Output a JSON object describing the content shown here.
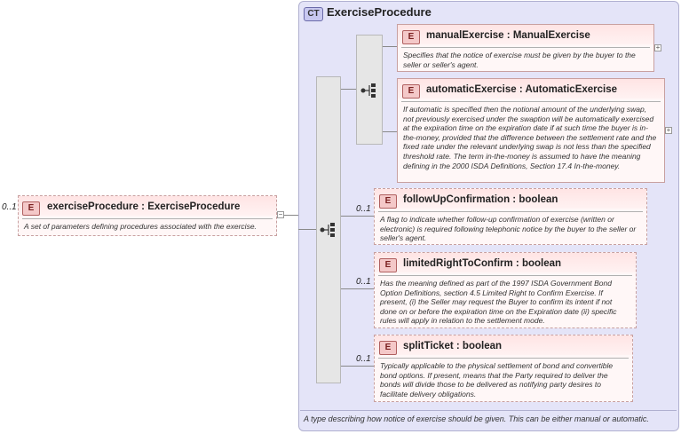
{
  "complex_type": {
    "badge": "CT",
    "name": "ExerciseProcedure",
    "description": "A type describing how notice of exercise should be given. This can be either manual or automatic."
  },
  "root_element": {
    "badge": "E",
    "cardinality": "0..1",
    "name": "exerciseProcedure",
    "type": "ExerciseProcedure",
    "description": "A set of parameters defining procedures associated with the exercise.",
    "expander": "−"
  },
  "elements": [
    {
      "badge": "E",
      "name": "manualExercise",
      "type": "ManualExercise",
      "cardinality": "",
      "expander": "+",
      "description": "Specifies that the notice of exercise must be given by the buyer to the seller or seller's agent."
    },
    {
      "badge": "E",
      "name": "automaticExercise",
      "type": "AutomaticExercise",
      "cardinality": "",
      "expander": "+",
      "description": "If automatic is specified then the notional amount of the underlying swap, not previously exercised under the swaption will be automatically exercised at the expiration time on the expiration date if at such time the buyer is in-the-money, provided that the difference between the settlement rate and the fixed rate under the relevant underlying swap is not less than the specified threshold rate. The term in-the-money is assumed to have the meaning defining in the 2000 ISDA Definitions, Section 17.4 In-the-money."
    },
    {
      "badge": "E",
      "name": "followUpConfirmation",
      "type": "boolean",
      "cardinality": "0..1",
      "description": "A flag to indicate whether follow-up confirmation of exercise (written or electronic) is required following telephonic notice by the buyer to the seller or seller's agent."
    },
    {
      "badge": "E",
      "name": "limitedRightToConfirm",
      "type": "boolean",
      "cardinality": "0..1",
      "description": "Has the meaning defined as part of the 1997 ISDA Government Bond Option Definitions, section 4.5 Limited Right to Confirm Exercise. If present, (i) the Seller may request the Buyer to confirm its intent if not done on or before the expiration time on the Expiration date (ii) specific rules will apply in relation to the settlement mode."
    },
    {
      "badge": "E",
      "name": "splitTicket",
      "type": "boolean",
      "cardinality": "0..1",
      "description": "Typically applicable to the physical settlement of bond and convertible bond options. If present, means that the Party required to deliver the bonds will divide those to be delivered as notifying party desires to facilitate delivery obligations."
    }
  ],
  "separator": ":"
}
